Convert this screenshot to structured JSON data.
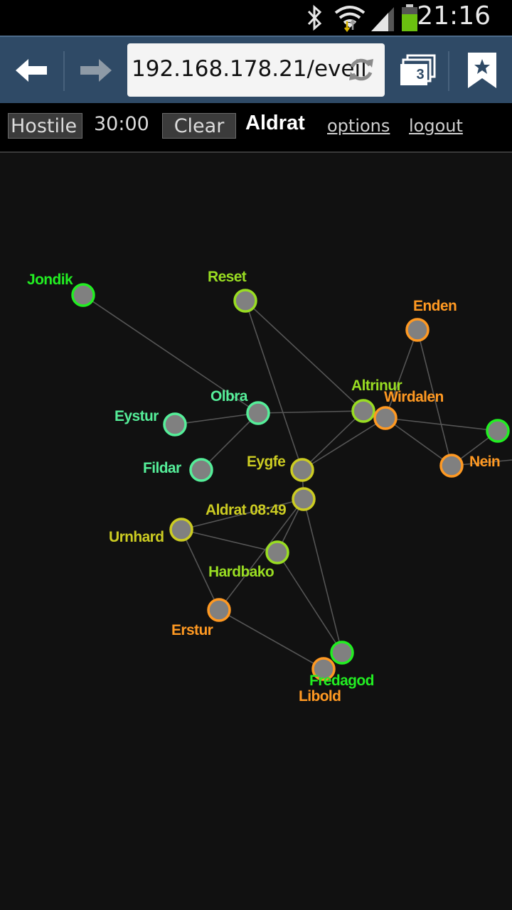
{
  "status_bar": {
    "time": "21:16",
    "icons": [
      "bluetooth-icon",
      "wifi-icon",
      "signal-icon",
      "battery-icon"
    ]
  },
  "browser": {
    "url": "192.168.178.21/eveil",
    "tab_count": "3",
    "icons": [
      "back-arrow-icon",
      "forward-arrow-icon",
      "reload-icon",
      "tabs-icon",
      "bookmark-star-icon"
    ]
  },
  "header": {
    "mode_button": "Hostile",
    "timer": "30:00",
    "clear_button": "Clear",
    "player_name": "Aldrat",
    "options_link": "options",
    "logout_link": "logout"
  },
  "colors": {
    "bright_green": "#22ee22",
    "yellow_green": "#99dd22",
    "mint": "#55ee99",
    "yellow": "#cccc22",
    "orange": "#ff9922",
    "node_fill": "#808080",
    "edge": "#555555"
  },
  "map": {
    "nodes": [
      {
        "id": "jondik",
        "label": "Jondik",
        "color": "bright_green"
      },
      {
        "id": "reset",
        "label": "Reset",
        "color": "yellow_green"
      },
      {
        "id": "enden",
        "label": "Enden",
        "color": "orange"
      },
      {
        "id": "altrinur",
        "label": "Altrinur",
        "color": "yellow_green"
      },
      {
        "id": "wirdalen",
        "label": "Wirdalen",
        "color": "orange"
      },
      {
        "id": "olbra",
        "label": "Olbra",
        "color": "mint"
      },
      {
        "id": "eystur",
        "label": "Eystur",
        "color": "mint"
      },
      {
        "id": "fildar",
        "label": "Fildar",
        "color": "mint"
      },
      {
        "id": "eygfe",
        "label": "Eygfe",
        "color": "yellow"
      },
      {
        "id": "aldrat",
        "label": "Aldrat 08:49",
        "color": "yellow"
      },
      {
        "id": "urnhard",
        "label": "Urnhard",
        "color": "yellow"
      },
      {
        "id": "hardbako",
        "label": "Hardbako",
        "color": "yellow_green"
      },
      {
        "id": "erstur",
        "label": "Erstur",
        "color": "orange"
      },
      {
        "id": "fredagod",
        "label": "Fredagod",
        "color": "bright_green"
      },
      {
        "id": "libold",
        "label": "Libold",
        "color": "orange"
      },
      {
        "id": "nein",
        "label": "Nein",
        "color": "orange"
      },
      {
        "id": "edge_east",
        "label": "",
        "color": "bright_green"
      }
    ],
    "edges": [
      [
        "jondik",
        "olbra"
      ],
      [
        "reset",
        "eygfe"
      ],
      [
        "reset",
        "altrinur"
      ],
      [
        "enden",
        "wirdalen"
      ],
      [
        "enden",
        "nein"
      ],
      [
        "olbra",
        "altrinur"
      ],
      [
        "olbra",
        "eystur"
      ],
      [
        "olbra",
        "fildar"
      ],
      [
        "altrinur",
        "eygfe"
      ],
      [
        "wirdalen",
        "eygfe"
      ],
      [
        "wirdalen",
        "nein"
      ],
      [
        "wirdalen",
        "edge_east"
      ],
      [
        "nein",
        "edge_east"
      ],
      [
        "eygfe",
        "aldrat"
      ],
      [
        "aldrat",
        "urnhard"
      ],
      [
        "aldrat",
        "hardbako"
      ],
      [
        "aldrat",
        "fredagod"
      ],
      [
        "aldrat",
        "erstur"
      ],
      [
        "urnhard",
        "hardbako"
      ],
      [
        "urnhard",
        "erstur"
      ],
      [
        "hardbako",
        "fredagod"
      ],
      [
        "erstur",
        "libold"
      ]
    ]
  }
}
